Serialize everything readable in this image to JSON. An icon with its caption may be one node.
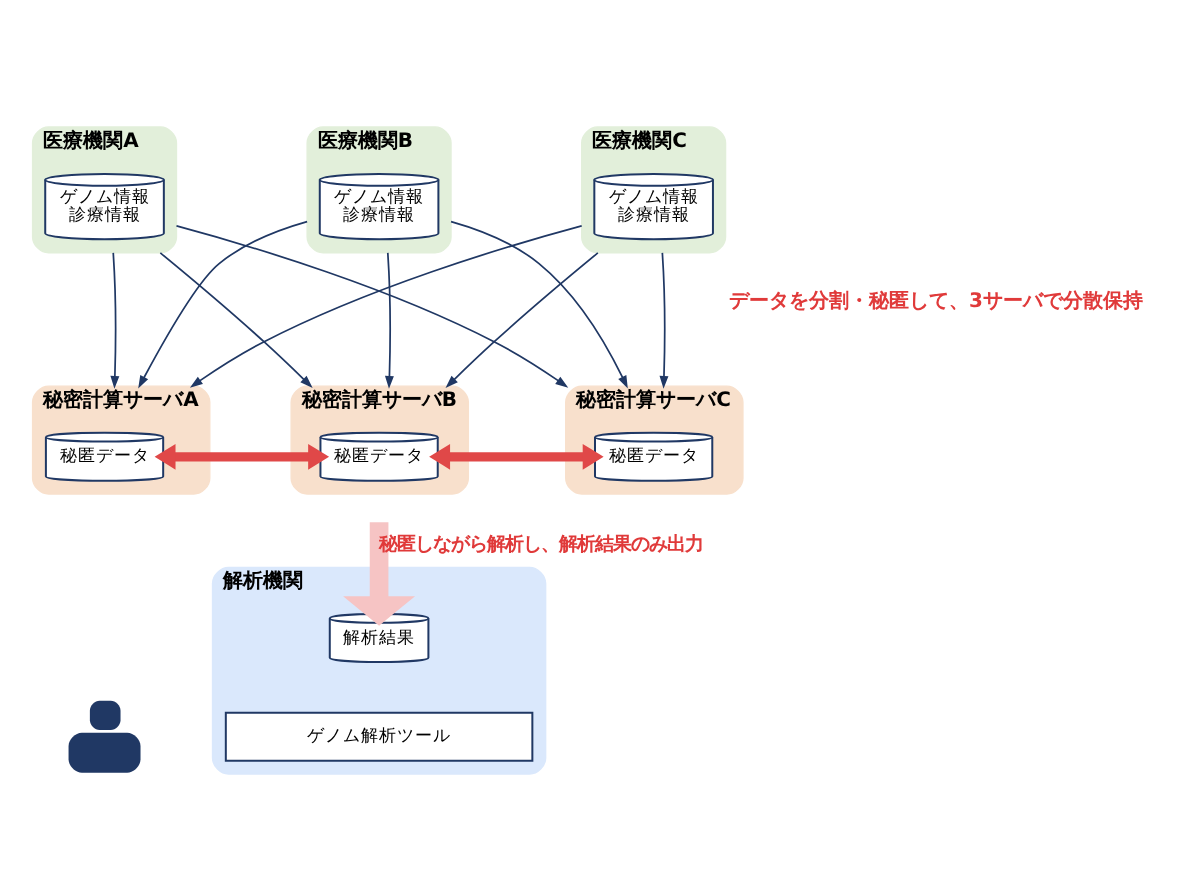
{
  "diagram": {
    "nodes": [
      {
        "text": [
          "医療機関A"
        ]
      },
      {
        "text": [
          "ゲノム情報",
          "診療情報"
        ],
        "in": 0
      },
      {
        "text": [
          "医療機関B"
        ]
      },
      {
        "text": [
          "ゲノム情報",
          "診療情報"
        ],
        "in": 2
      },
      {
        "text": [
          "医療機関C"
        ]
      },
      {
        "text": [
          "ゲノム情報",
          "診療情報"
        ],
        "in": 4
      },
      {
        "text": [
          "秘密計算サーバA"
        ]
      },
      {
        "text": [
          "秘匿データ"
        ],
        "in": 6
      },
      {
        "text": [
          "秘密計算サーバB"
        ]
      },
      {
        "text": [
          "秘匿データ"
        ],
        "in": 8
      },
      {
        "text": [
          "秘密計算サーバC"
        ]
      },
      {
        "text": [
          "秘匿データ"
        ],
        "in": 10
      },
      {
        "text": [
          "解析機関"
        ]
      },
      {
        "text": [
          "解析結果"
        ],
        "in": 12
      },
      {
        "text": [
          "ゲノム解析ツール"
        ],
        "in": 12
      },
      {
        "text": [],
        "shape": "person"
      }
    ],
    "edges": [
      {
        "from": 0,
        "to": 6,
        "arrow": "to"
      },
      {
        "from": 0,
        "to": 8,
        "arrow": "to"
      },
      {
        "from": 0,
        "to": 10,
        "arrow": "to"
      },
      {
        "from": 2,
        "to": 6,
        "arrow": "to"
      },
      {
        "from": 2,
        "to": 8,
        "arrow": "to"
      },
      {
        "from": 2,
        "to": 10,
        "arrow": "to"
      },
      {
        "from": 4,
        "to": 6,
        "arrow": "to"
      },
      {
        "from": 4,
        "to": 8,
        "arrow": "to"
      },
      {
        "from": 4,
        "to": 10,
        "arrow": "to"
      },
      {
        "from": 7,
        "to": 9,
        "arrow": "both",
        "style": "thick",
        "color": "#e04848"
      },
      {
        "from": 9,
        "to": 11,
        "arrow": "both",
        "style": "thick",
        "color": "#e04848"
      },
      {
        "from": null,
        "to": 13,
        "arrow": "to",
        "label": "秘匿しながら解析し、解析結果のみ出力",
        "style": "thick",
        "color": "#f6c4c4"
      }
    ],
    "labels": [
      "データを分割・秘匿して、3サーバで分散保持"
    ]
  }
}
